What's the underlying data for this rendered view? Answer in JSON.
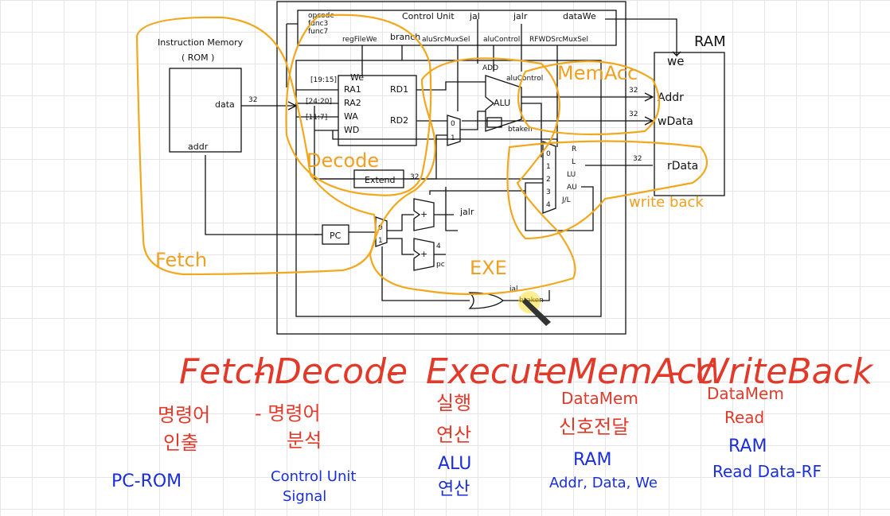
{
  "top_labels": {
    "opcode": "opcode",
    "funct3": "func3",
    "funct7": "func7",
    "control_unit": "Control Unit",
    "jal": "jal",
    "jalr": "jalr",
    "data_we": "dataWe",
    "regfile_we": "regFileWe",
    "branch": "branch",
    "alusrcmuxsel": "aluSrcMuxSel",
    "alucontrol": "aluControl",
    "rfwdsrcmuxsel": "RFWDSrcMuxSel"
  },
  "instruction_memory": {
    "title_line1": "Instruction Memory",
    "title_line2": "( ROM )",
    "data": "data",
    "addr": "addr",
    "width": "32"
  },
  "register_file": {
    "we": "We",
    "ra1": "RA1",
    "ra2": "RA2",
    "wa": "WA",
    "wd": "WD",
    "rd1": "RD1",
    "rd2": "RD2",
    "range1": "[19:15]",
    "range2": "[24:20]",
    "range3": "[11:7]"
  },
  "alu": {
    "label": "ALU",
    "add": "ADD",
    "alu_control": "aluControl",
    "btaken": "btaken",
    "mux_sel_0": "0",
    "mux_sel_1": "1"
  },
  "extend": {
    "label": "Extend",
    "width": "32"
  },
  "wb_mux": {
    "in0": "0",
    "in1": "1",
    "in2": "2",
    "in3": "3",
    "in4": "4",
    "lbl_r": "R",
    "lbl_l": "L",
    "lbl_li": "LU",
    "lbl_au": "AU",
    "lbl_jl": "J/L"
  },
  "pc": {
    "label": "PC",
    "plus": "+",
    "four": "4",
    "pc_in": "pc",
    "jalr": "jalr",
    "mux0": "0",
    "mux1": "1"
  },
  "ram": {
    "title": "RAM",
    "we": "we",
    "addr": "Addr",
    "wdata": "wData",
    "rdata": "rData",
    "w32a": "32",
    "w32b": "32",
    "w32c": "32"
  },
  "bottom": {
    "jal": "jal",
    "btaken": "btaken"
  },
  "stage_loops": {
    "fetch": "Fetch",
    "decode": "Decode",
    "exe": "EXE",
    "memacc": "MemAcc",
    "writeback": "write back"
  },
  "pipeline": {
    "fetch": "Fetch",
    "dash1": "-",
    "decode": "Decode",
    "dash2": "-",
    "execute": "Execute",
    "dash3": "-",
    "memacc": "MemAcc",
    "dash4": "-",
    "writeback": "WriteBack"
  },
  "annotations": {
    "fetch_kr1": "명령어",
    "fetch_kr2": "인출",
    "decode_kr1": "- 명령어",
    "decode_kr2": "분석",
    "exec_kr1": "실행",
    "exec_kr2": "연산",
    "mem_line1": "DataMem",
    "mem_line2": "신호전달",
    "wb_line1": "DataMem",
    "wb_line2": "Read",
    "fetch_blue": "PC-ROM",
    "decode_blue1": "Control Unit",
    "decode_blue2": "Signal",
    "exec_blue1": "ALU",
    "exec_blue2": "연산",
    "mem_blue1": "RAM",
    "mem_blue2": "Addr, Data, We",
    "wb_blue0": "RAM",
    "wb_blue1": "Read Data-RF"
  },
  "colors": {
    "ink": "#111111",
    "stage_red": "#e23a2a",
    "note_blue": "#1a2fd8",
    "loop_orange": "#f2a81e",
    "cursor_glow": "#ffe033"
  }
}
